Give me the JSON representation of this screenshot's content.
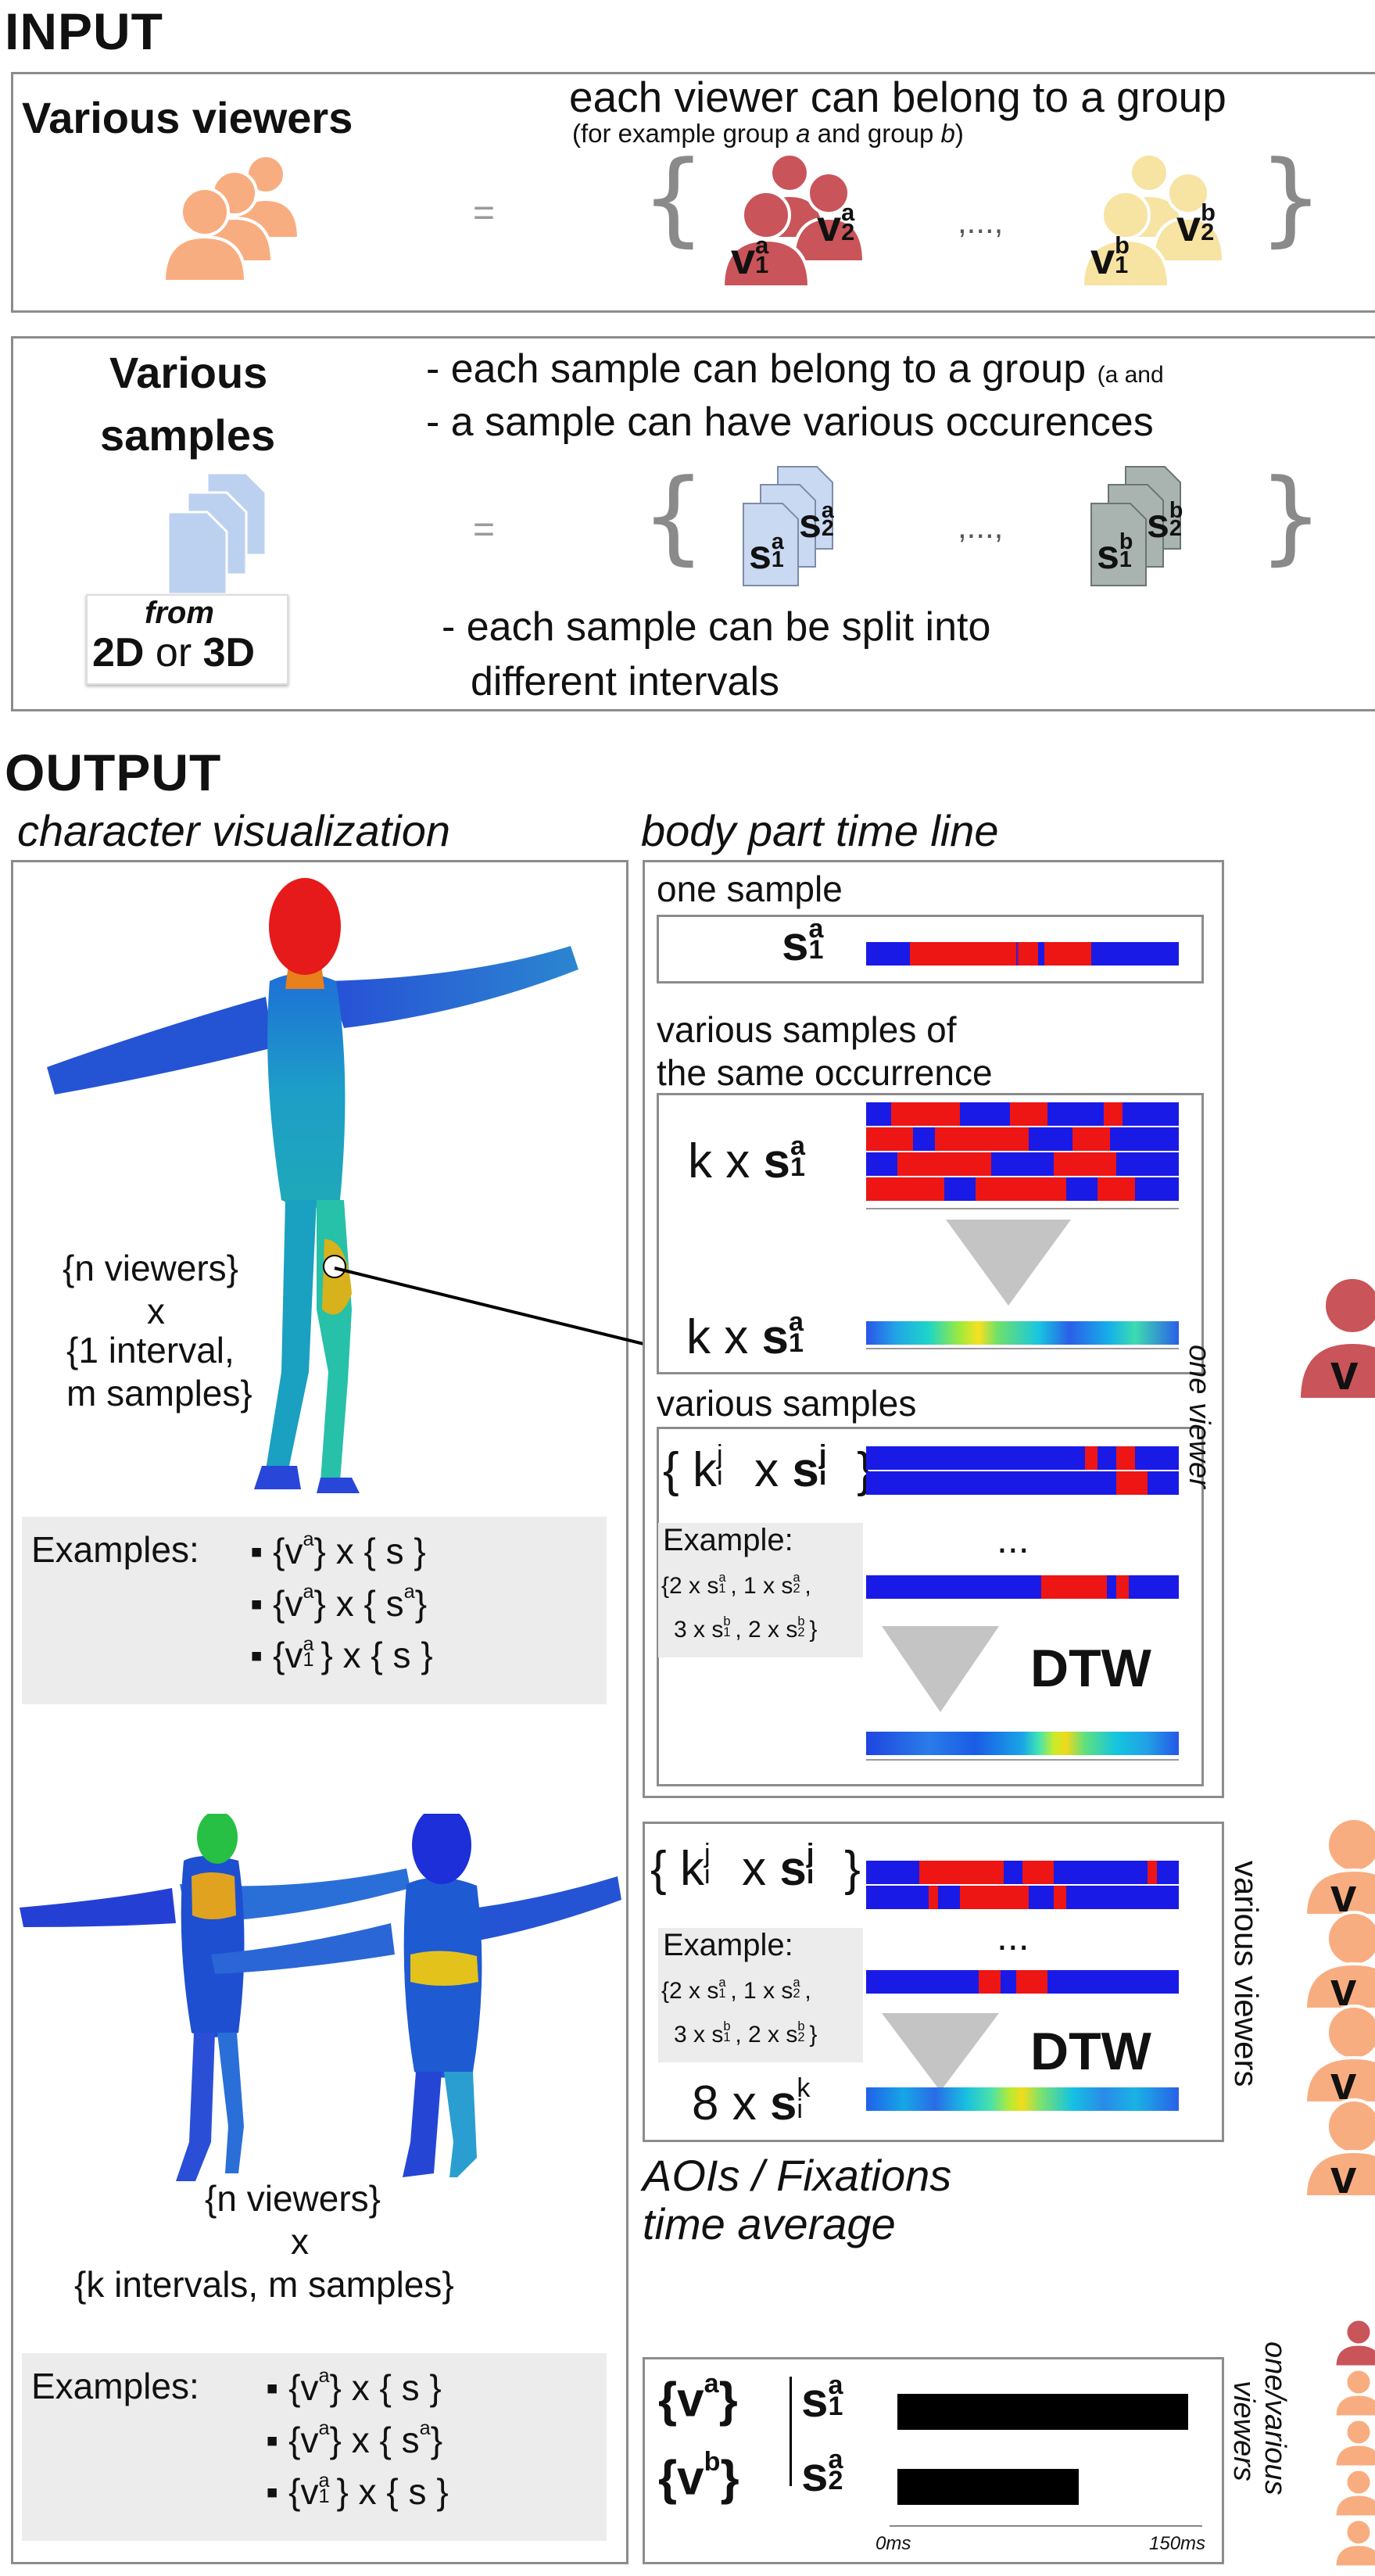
{
  "input": {
    "heading": "INPUT",
    "viewers": {
      "title": "Various viewers",
      "line1": "each viewer can belong to a group",
      "line2a": "(for example group ",
      "line2b": "a",
      "line2c": " and group ",
      "line2d": "b",
      "line2e": ")",
      "equals": "=",
      "ellipsis": ",...,",
      "v_letter": "v",
      "sup_a": "a",
      "sup_b": "b",
      "sub_1": "1",
      "sub_2": "2"
    },
    "samples": {
      "title_1": "Various",
      "title_2": "samples",
      "from": "from",
      "from_2d": "2D",
      "from_or": " or ",
      "from_3d": "3D",
      "line1": "- each sample can belong to a group",
      "line1_small": "(a and",
      "line2": "- a sample can have various occurences",
      "line3": "- each sample can be split into",
      "line4": "different intervals",
      "equals": "=",
      "ellipsis": ",...,",
      "s_letter": "s",
      "sup_a": "a",
      "sup_b": "b",
      "sub_1": "1",
      "sub_2": "2"
    }
  },
  "output": {
    "heading": "OUTPUT",
    "left_title": "character visualization",
    "right_title": "body part time line",
    "top_char": {
      "l1": "{n viewers}",
      "l2": "x",
      "l3": "{1 interval,",
      "l4": "m samples}"
    },
    "examples_label": "Examples:",
    "examples_top": [
      "{v",
      "} x { s }",
      "{v",
      "} x { s",
      "}",
      "{v",
      "} x { s }"
    ],
    "bottom_char": {
      "l1": "{n viewers}",
      "l2": "x",
      "l3": "{k intervals, m samples}"
    },
    "one_sample": "one sample",
    "various_same_1": "various samples of",
    "various_same_2": "the same occurrence",
    "various_samples": "various samples",
    "k_x": "k x ",
    "eight_x": "8 x ",
    "example_label": "Example:",
    "example_l1": "{2 x s",
    "example_l1b": ", 1 x s",
    "example_l2": "3 x s",
    "example_l2b": ", 2 x s",
    "dots": "...",
    "dtw": "DTW",
    "one_viewer": "one viewer",
    "various_viewers": "various viewers",
    "aoi_title_1": "AOIs / Fixations",
    "aoi_title_2": "time average",
    "aoi_axis_start": "0ms",
    "aoi_axis_end": "150ms",
    "one_various_1": "one/various",
    "one_various_2": "viewers",
    "sym": {
      "v": "v",
      "s": "s",
      "k": "k",
      "i": "i",
      "j": "j",
      "a": "a",
      "b": "b",
      "n1": "1",
      "n2": "2",
      "kk": "k"
    }
  },
  "colors": {
    "viewer_orange": "#f8ad80",
    "viewer_red": "#c9545a",
    "viewer_yellow": "#f7e3a2",
    "sample_blue": "#bcd1f0",
    "sample_gray": "#a9b4b0",
    "heat_blue": "#1414e8",
    "heat_red": "#ee1515"
  }
}
